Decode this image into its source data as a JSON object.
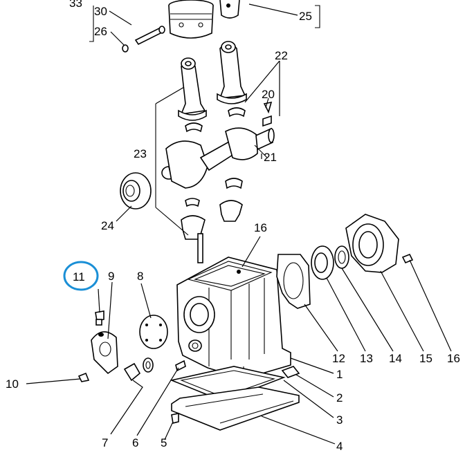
{
  "highlight_color": "#1a8fd6",
  "highlighted_part": "11",
  "labels": {
    "p1": "1",
    "p2": "2",
    "p3": "3",
    "p4": "4",
    "p5": "5",
    "p6": "6",
    "p7": "7",
    "p8": "8",
    "p9": "9",
    "p10": "10",
    "p11": "11",
    "p12": "12",
    "p13": "13",
    "p14": "14",
    "p15": "15",
    "p16a": "16",
    "p16b": "16",
    "p20": "20",
    "p21": "21",
    "p22": "22",
    "p23": "23",
    "p24": "24",
    "p25": "25",
    "p26": "26",
    "p30": "30",
    "p33": "33"
  }
}
